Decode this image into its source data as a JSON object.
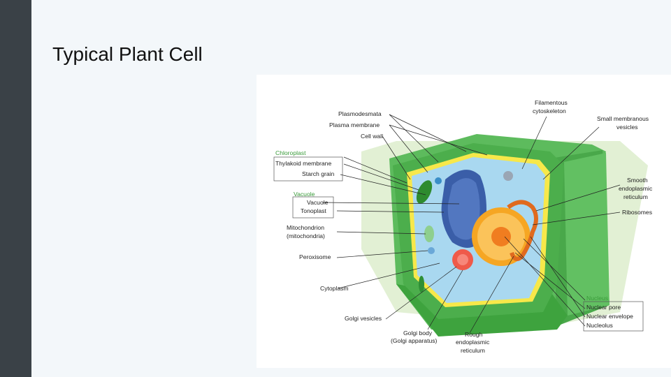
{
  "slide": {
    "title": "Typical Plant Cell"
  },
  "colors": {
    "sidebar": "#3a4147",
    "background": "#f3f7fa",
    "cell_wall": "#4cae4c",
    "cell_wall_dark": "#2f8f35",
    "cytoplasm": "#a9d8f0",
    "vacuole": "#3a5ea8",
    "nucleus": "#f6a623",
    "label_accent": "#3a9b3a"
  },
  "labels": {
    "plasmodesmata": "Plasmodesmata",
    "plasma_membrane": "Plasma membrane",
    "cell_wall": "Cell wall",
    "chloroplast": "Chloroplast",
    "thylakoid_membrane": "Thylakoid membrane",
    "starch_grain": "Starch grain",
    "vacuole_header": "Vacuole",
    "vacuole": "Vacuole",
    "tonoplast": "Tonoplast",
    "mitochondrion_1": "Mitochondrion",
    "mitochondrion_2": "(mitochondria)",
    "peroxisome": "Peroxisome",
    "cytoplasm": "Cytoplasm",
    "golgi_vesicles": "Golgi vesicles",
    "golgi_body_1": "Golgi body",
    "golgi_body_2": "(Golgi apparatus)",
    "rough_er_1": "Rough",
    "rough_er_2": "endoplasmic",
    "rough_er_3": "reticulum",
    "filamentous_1": "Filamentous",
    "filamentous_2": "cytoskeleton",
    "small_membranous_1": "Small membranous",
    "small_membranous_2": "vesicles",
    "smooth_er_1": "Smooth",
    "smooth_er_2": "endoplasmic",
    "smooth_er_3": "reticulum",
    "ribosomes": "Ribosomes",
    "nucleus_header": "Nucleus",
    "nuclear_pore": "Nuclear pore",
    "nuclear_envelope": "Nuclear envelope",
    "nucleolus": "Nucleolus"
  }
}
